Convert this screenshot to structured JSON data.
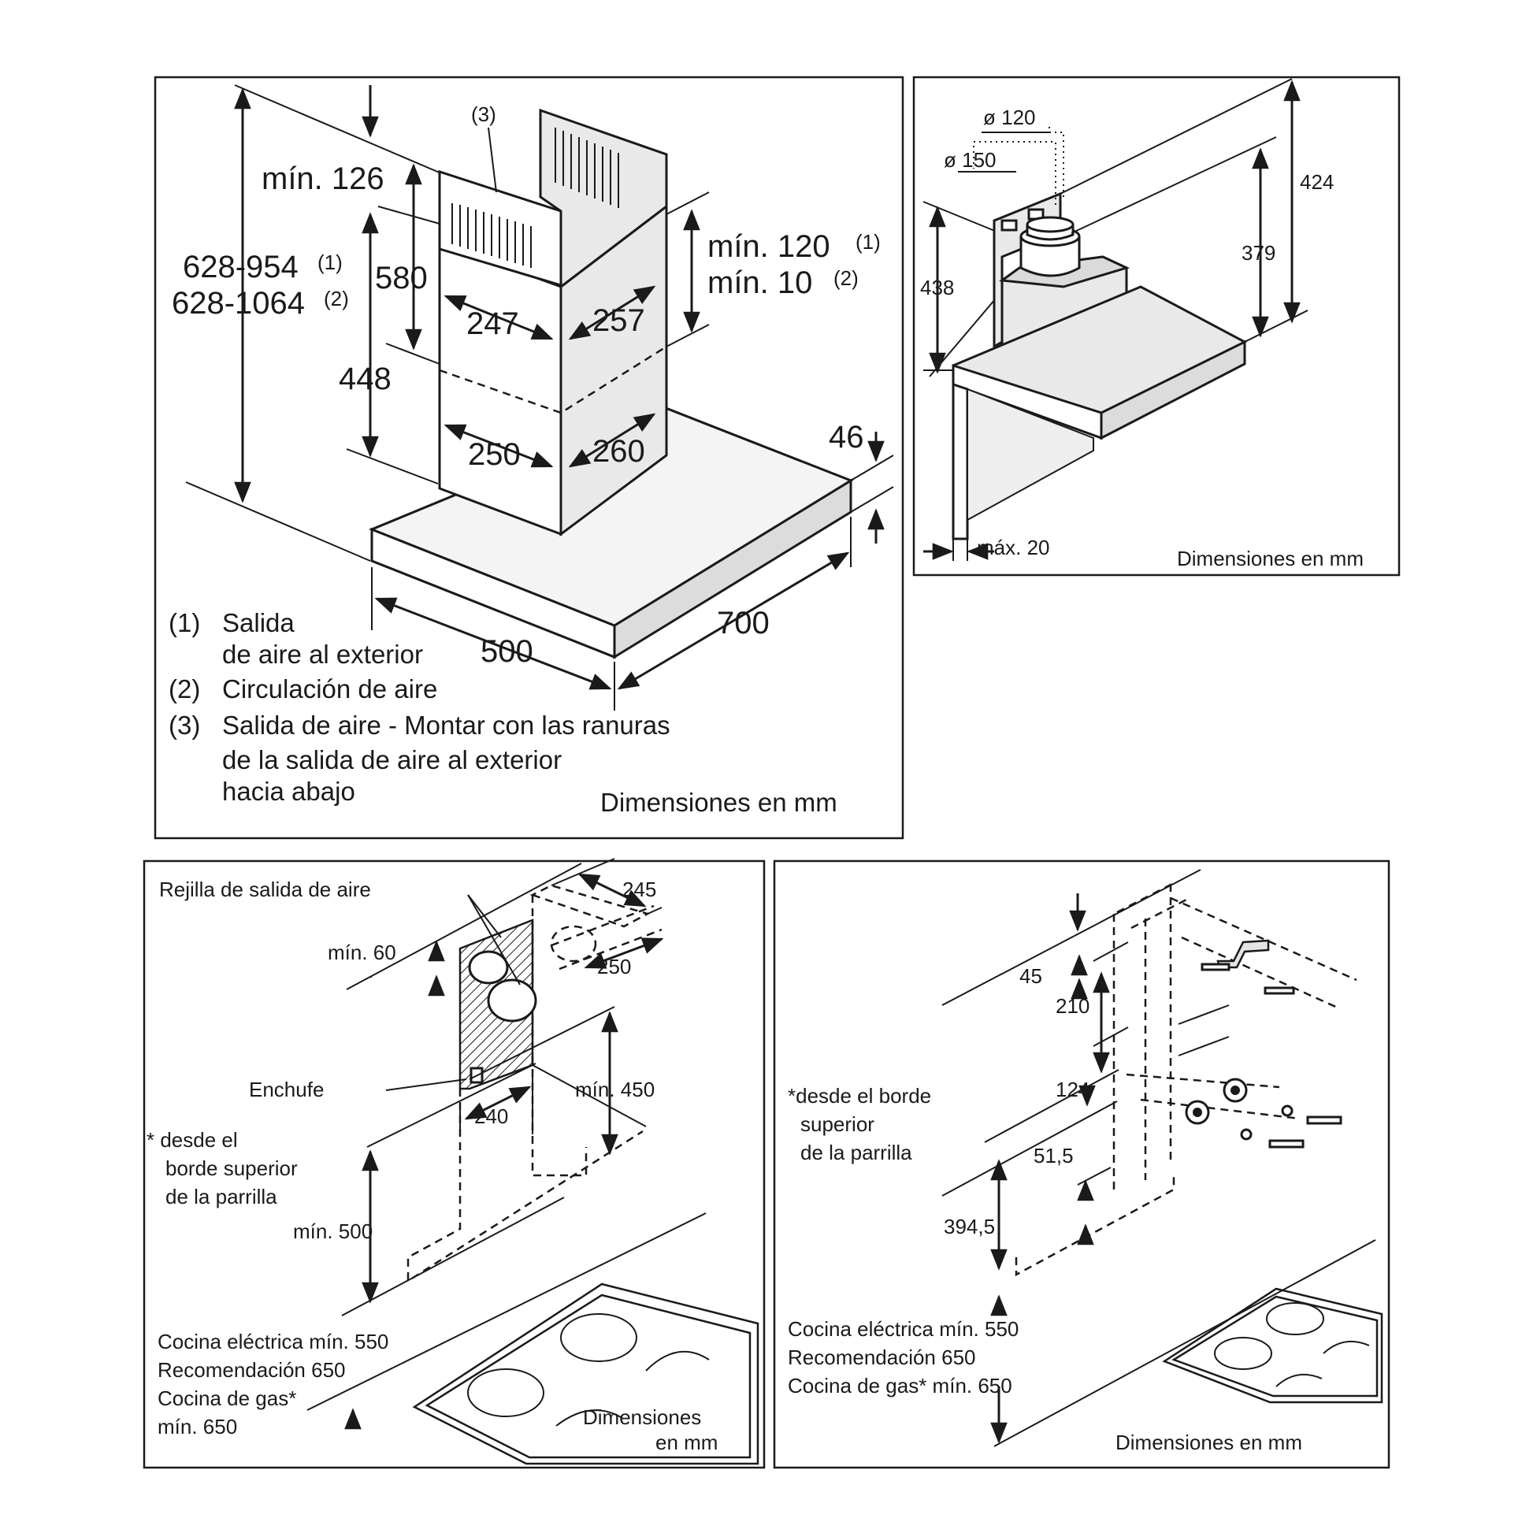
{
  "panel1": {
    "lbl_3": "(3)",
    "min126": "mín. 126",
    "h_range1": "628-954",
    "h_range1_sup": "(1)",
    "h_range2": "628-1064",
    "h_range2_sup": "(2)",
    "d580": "580",
    "d448": "448",
    "d247": "247",
    "d257": "257",
    "d250": "250",
    "d260": "260",
    "min120": "mín. 120",
    "min120_sup": "(1)",
    "min10": "mín. 10",
    "min10_sup": "(2)",
    "d46": "46",
    "d500": "500",
    "d700": "700",
    "legend1_num": "(1)",
    "legend1_a": "Salida",
    "legend1_b": "de aire al exterior",
    "legend2_num": "(2)",
    "legend2": "Circulación de aire",
    "legend3_num": "(3)",
    "legend3_a": "Salida de aire - Montar con las ranuras",
    "legend3_b": "de la salida de aire al exterior",
    "legend3_c": "hacia abajo",
    "units": "Dimensiones en mm"
  },
  "panel2": {
    "d120": "ø 120",
    "d150": "ø 150",
    "d424": "424",
    "d379": "379",
    "d438": "438",
    "max20": "máx. 20",
    "units": "Dimensiones en mm"
  },
  "panel3": {
    "rejilla": "Rejilla de salida de aire",
    "d245": "245",
    "min60": "mín. 60",
    "d250": "250",
    "enchufe": "Enchufe",
    "d240": "240",
    "min450": "mín. 450",
    "note_a": "* desde el",
    "note_b": "borde superior",
    "note_c": "de la parrilla",
    "min500": "mín. 500",
    "cocina1": "Cocina eléctrica mín. 550",
    "cocina2": "Recomendación 650",
    "cocina3": "Cocina de gas*",
    "cocina4": "mín. 650",
    "units_a": "Dimensiones",
    "units_b": "en mm"
  },
  "panel4": {
    "d45": "45",
    "d210": "210",
    "d124": "124",
    "note_a": "*desde el borde",
    "note_b": "superior",
    "note_c": "de la parrilla",
    "d515": "51,5",
    "d3945": "394,5",
    "cocina1": "Cocina eléctrica mín. 550",
    "cocina2": "Recomendación 650",
    "cocina3": "Cocina de gas* mín. 650",
    "units": "Dimensiones en mm"
  }
}
